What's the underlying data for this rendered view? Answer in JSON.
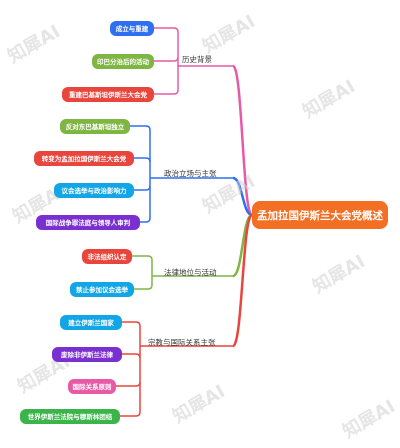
{
  "root": {
    "label": "孟加拉国伊斯兰大会党概述"
  },
  "watermark": "知犀AI",
  "branches": [
    {
      "label": "历史背景",
      "color": "#e85aa6",
      "children": [
        {
          "label": "成立与重建",
          "color": "#2f6ff2"
        },
        {
          "label": "印巴分治后的活动",
          "color": "#7fb542"
        },
        {
          "label": "重建巴基斯坦伊斯兰大会党",
          "color": "#e8453c"
        }
      ]
    },
    {
      "label": "政治立场与主张",
      "color": "#2f6ff2",
      "children": [
        {
          "label": "反对东巴基斯坦独立",
          "color": "#7fb542"
        },
        {
          "label": "转变为孟加拉国伊斯兰大会党",
          "color": "#e8453c"
        },
        {
          "label": "议会选举与政治影响力",
          "color": "#12a6e6"
        },
        {
          "label": "国际战争罪法庭与领导人审判",
          "color": "#7a2fd1"
        }
      ]
    },
    {
      "label": "法律地位与活动",
      "color": "#7fb542",
      "children": [
        {
          "label": "非法组织认定",
          "color": "#e8453c"
        },
        {
          "label": "禁止参加议会选举",
          "color": "#12a6e6"
        }
      ]
    },
    {
      "label": "宗教与国际关系主张",
      "color": "#e8453c",
      "children": [
        {
          "label": "建立伊斯兰国家",
          "color": "#12a6e6"
        },
        {
          "label": "废除非伊斯兰法律",
          "color": "#7a2fd1"
        },
        {
          "label": "国际关系原则",
          "color": "#e85aa6"
        },
        {
          "label": "世界伊斯兰法院与穆斯林团结",
          "color": "#3bb54a"
        }
      ]
    }
  ]
}
